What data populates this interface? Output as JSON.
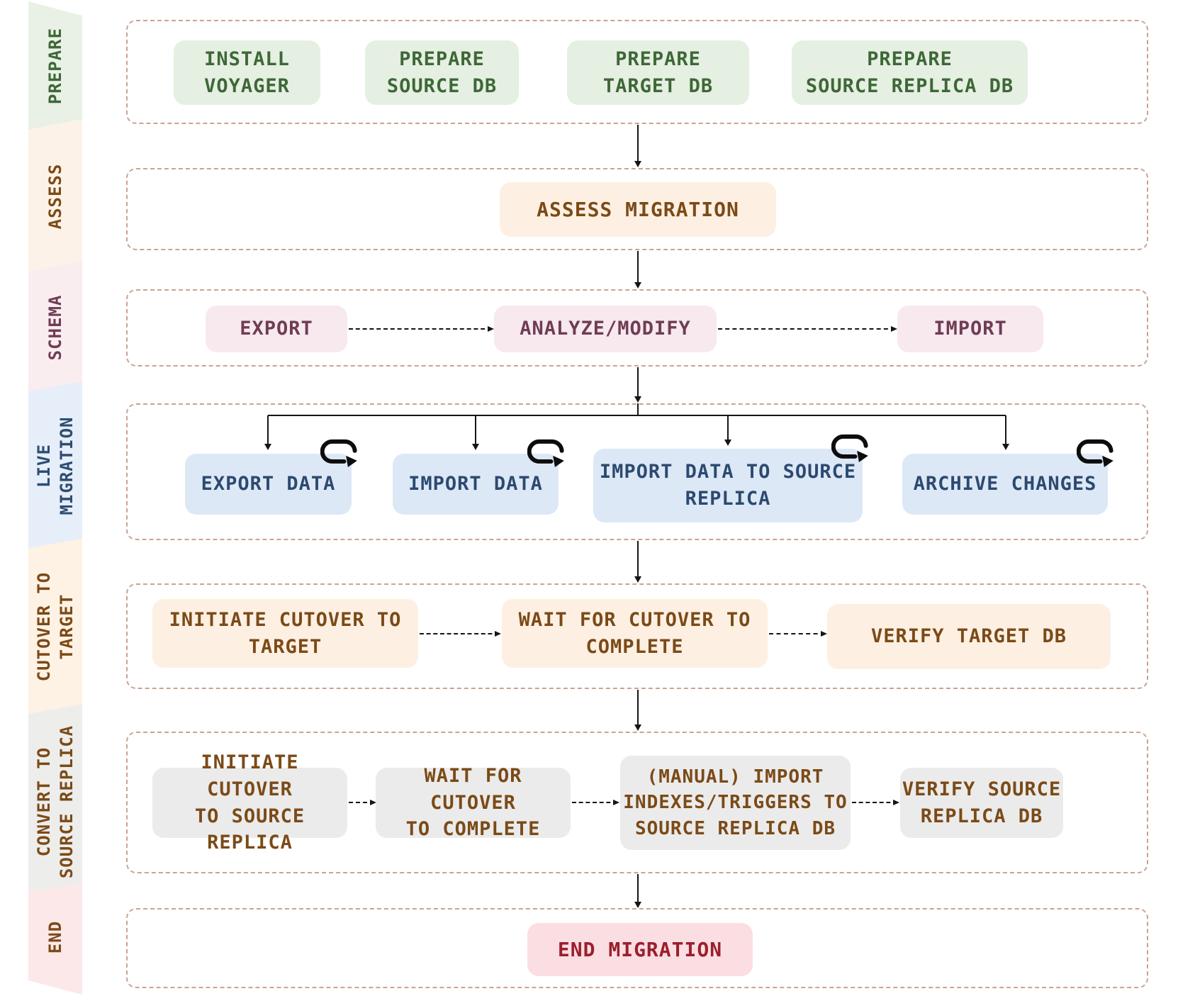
{
  "title": "Database migration workflow diagram",
  "sidebar": {
    "phases": {
      "prepare": {
        "label": "PREPARE"
      },
      "assess": {
        "label": "ASSESS"
      },
      "schema": {
        "label": "SCHEMA"
      },
      "live": {
        "label": "LIVE\nMIGRATION"
      },
      "cutover": {
        "label": "CUTOVER TO\nTARGET"
      },
      "convert": {
        "label": "CONVERT TO\nSOURCE REPLICA"
      },
      "end": {
        "label": "END"
      }
    }
  },
  "lanes": {
    "prepare": {
      "boxes": {
        "install_voyager": "INSTALL\nVOYAGER",
        "prepare_source_db": "PREPARE\nSOURCE DB",
        "prepare_target_db": "PREPARE\nTARGET DB",
        "prepare_source_replica_db": "PREPARE\nSOURCE REPLICA DB"
      }
    },
    "assess": {
      "boxes": {
        "assess_migration": "ASSESS MIGRATION"
      }
    },
    "schema": {
      "boxes": {
        "export": "EXPORT",
        "analyze_modify": "ANALYZE/MODIFY",
        "import": "IMPORT"
      }
    },
    "live_migration": {
      "boxes": {
        "export_data": "EXPORT DATA",
        "import_data": "IMPORT DATA",
        "import_data_source_replica": "IMPORT DATA TO SOURCE\nREPLICA",
        "archive_changes": "ARCHIVE CHANGES"
      }
    },
    "cutover_to_target": {
      "boxes": {
        "initiate_cutover_to_target": "INITIATE CUTOVER TO\nTARGET",
        "wait_for_cutover_to_complete": "WAIT FOR CUTOVER TO\nCOMPLETE",
        "verify_target_db": "VERIFY TARGET DB"
      }
    },
    "convert_to_source_replica": {
      "boxes": {
        "initiate_cutover_to_source_replica": "INITIATE CUTOVER\nTO SOURCE REPLICA",
        "wait_for_cutover_to_complete": "WAIT FOR CUTOVER\nTO COMPLETE",
        "manual_import_indexes": "(MANUAL) IMPORT\nINDEXES/TRIGGERS TO\nSOURCE REPLICA DB",
        "verify_source_replica_db": "VERIFY SOURCE\nREPLICA DB"
      }
    },
    "end": {
      "boxes": {
        "end_migration": "END MIGRATION"
      }
    }
  },
  "colors": {
    "lane_border": "#cba394",
    "arrow": "#151515",
    "green_bg": "#e5efe2",
    "green_text": "#3e6837",
    "peach_bg": "#fdf0e2",
    "brown_text": "#7b4a17",
    "pink_bg": "#f7e9ee",
    "plum_text": "#6f3c55",
    "blue_bg": "#dde8f6",
    "navy_text": "#2c4a70",
    "gray_bg": "#ebebeb",
    "red_bg": "#fbdee2",
    "red_text": "#9b1f2e",
    "band_prepare": "#e9f1e6",
    "band_assess": "#fdf2e7",
    "band_schema": "#f9edf0",
    "band_live": "#e6eef9",
    "band_cutover": "#fdf2e4",
    "band_convert": "#ededec",
    "band_end": "#fce8e9"
  }
}
